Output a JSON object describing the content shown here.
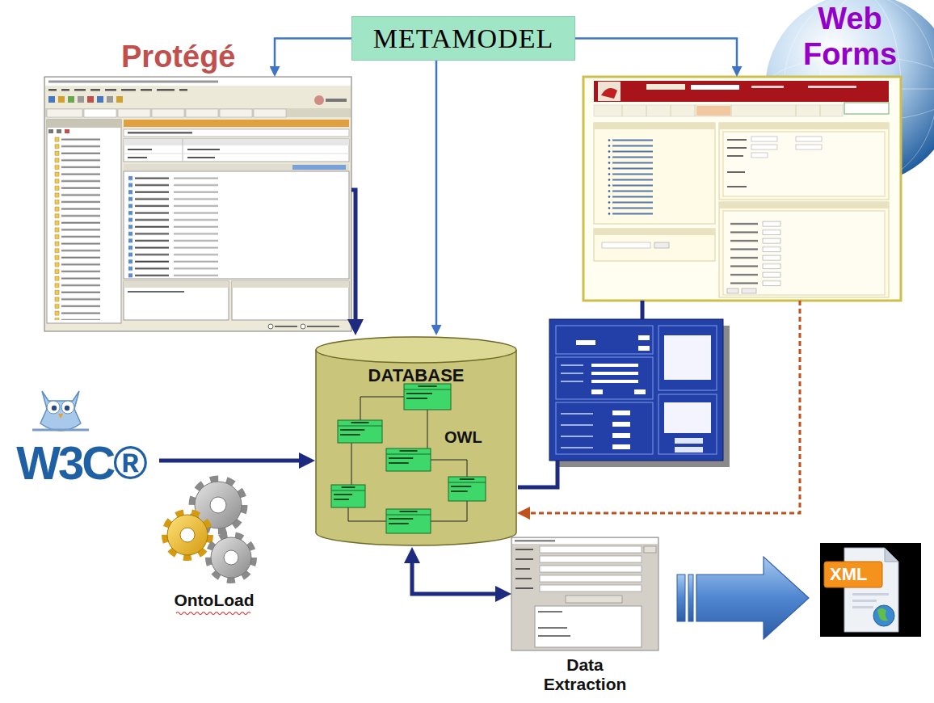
{
  "diagram": {
    "nodes": [
      {
        "text": [
          "METAMODEL"
        ]
      },
      {
        "text": [
          "Protégé"
        ]
      },
      {
        "text": [
          "Web Forms"
        ]
      },
      {
        "text": [
          "DATABASE",
          "OWL"
        ]
      },
      {
        "text": [
          "W3C®"
        ]
      },
      {
        "text": [
          "OntoLoad"
        ]
      },
      {
        "text": [
          "Data Extraction"
        ]
      },
      {
        "text": [
          "XML"
        ]
      }
    ],
    "edges": [
      {
        "from": 0,
        "to": 1,
        "arrow": "to"
      },
      {
        "from": 0,
        "to": 3,
        "arrow": "to"
      },
      {
        "from": 0,
        "to": 2,
        "arrow": "to"
      },
      {
        "from": 1,
        "to": 3,
        "arrow": "to"
      },
      {
        "from": 4,
        "to": 3,
        "arrow": "to"
      },
      {
        "from": 2,
        "to": 3,
        "arrow": "to"
      },
      {
        "from": 3,
        "to": 6,
        "arrow": "both"
      },
      {
        "from": 6,
        "to": 7,
        "arrow": "to"
      }
    ]
  }
}
